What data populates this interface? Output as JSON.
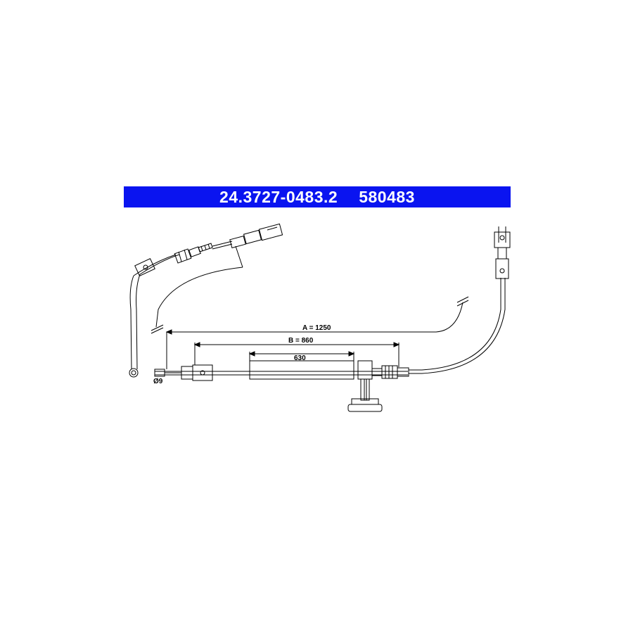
{
  "header": {
    "part_number": "24.3727-0483.2",
    "ref_number": "580483",
    "bg_color": "#0a14f0",
    "text_color": "#ffffff"
  },
  "dimensions": {
    "a_label": "A = 1250",
    "b_label": "B = 860",
    "c_label": "630",
    "diameter_label": "Ø9"
  }
}
